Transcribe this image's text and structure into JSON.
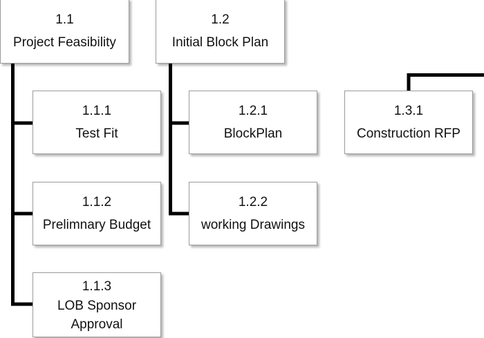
{
  "diagram": {
    "nodes": [
      {
        "key": "n1_1",
        "id": "1.1",
        "title": "Project Feasibility"
      },
      {
        "key": "n1_2",
        "id": "1.2",
        "title": "Initial Block Plan"
      },
      {
        "key": "n1_1_1",
        "id": "1.1.1",
        "title": "Test Fit"
      },
      {
        "key": "n1_1_2",
        "id": "1.1.2",
        "title": "Prelimnary Budget"
      },
      {
        "key": "n1_1_3",
        "id": "1.1.3",
        "title": "LOB Sponsor Approval"
      },
      {
        "key": "n1_2_1",
        "id": "1.2.1",
        "title": "BlockPlan"
      },
      {
        "key": "n1_2_2",
        "id": "1.2.2",
        "title": "working Drawings"
      },
      {
        "key": "n1_3_1",
        "id": "1.3.1",
        "title": "Construction RFP"
      }
    ],
    "edges": [
      {
        "from": "1.1",
        "to": "1.1.1"
      },
      {
        "from": "1.1",
        "to": "1.1.2"
      },
      {
        "from": "1.1",
        "to": "1.1.3"
      },
      {
        "from": "1.2",
        "to": "1.2.1"
      },
      {
        "from": "1.2",
        "to": "1.2.2"
      }
    ],
    "colors": {
      "connector": "#000000",
      "border": "#9a9a9a",
      "text": "#111111",
      "background": "#ffffff"
    }
  }
}
